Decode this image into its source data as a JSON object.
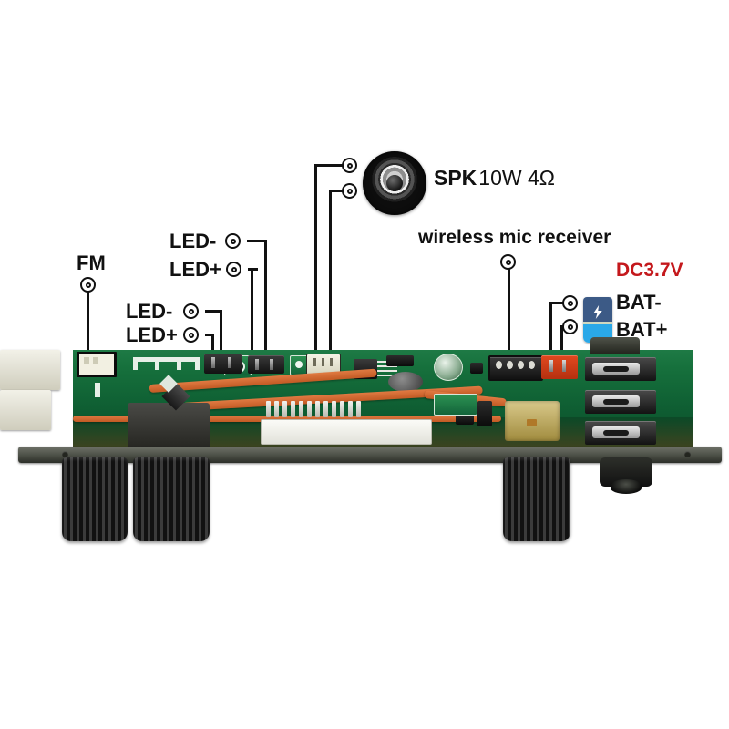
{
  "diagram": {
    "title": "Bluetooth amplifier board connection diagram",
    "background_color": "#ffffff",
    "accent_color": "#c4181c"
  },
  "labels": {
    "fm": "FM",
    "led_upper_minus": "LED-",
    "led_upper_plus": "LED+",
    "led_lower_minus": "LED-",
    "led_lower_plus": "LED+",
    "speaker_name": "SPK",
    "speaker_spec": "10W 4Ω",
    "wireless_mic": "wireless mic receiver",
    "dc_voltage": "DC3.7V",
    "battery_minus": "BAT-",
    "battery_plus": "BAT+"
  },
  "icons": {
    "speaker": "speaker-icon",
    "battery": "battery-icon",
    "connector_marker": "connector-point-icon"
  },
  "callouts": [
    {
      "id": "fm",
      "label": "FM",
      "marker": [
        96,
        312
      ]
    },
    {
      "id": "led-u-neg",
      "label": "LED-",
      "marker": [
        255,
        264
      ]
    },
    {
      "id": "led-u-pos",
      "label": "LED+",
      "marker": [
        256,
        295
      ]
    },
    {
      "id": "led-l-neg",
      "label": "LED-",
      "marker": [
        209,
        341
      ]
    },
    {
      "id": "led-l-pos",
      "label": "LED+",
      "marker": [
        209,
        367
      ]
    },
    {
      "id": "spk-1",
      "label": "SPK 10W 4Ω",
      "marker": [
        383,
        181
      ]
    },
    {
      "id": "spk-2",
      "label": "SPK 10W 4Ω",
      "marker": [
        383,
        209
      ]
    },
    {
      "id": "mic",
      "label": "wireless mic receiver",
      "marker": [
        558,
        287
      ]
    },
    {
      "id": "bat-neg",
      "label": "BAT-",
      "marker": [
        625,
        332
      ]
    },
    {
      "id": "bat-plus",
      "label": "BAT+",
      "marker": [
        625,
        358
      ]
    }
  ],
  "board": {
    "description": "green printed circuit board, side view, with metal faceplate, three knobs and headphone jack",
    "connectors": [
      "FM antenna connector",
      "LED connector pair 1",
      "LED connector pair 2",
      "speaker white connector",
      "wireless mic 4-pin connector",
      "battery red 2-pin connector"
    ]
  }
}
